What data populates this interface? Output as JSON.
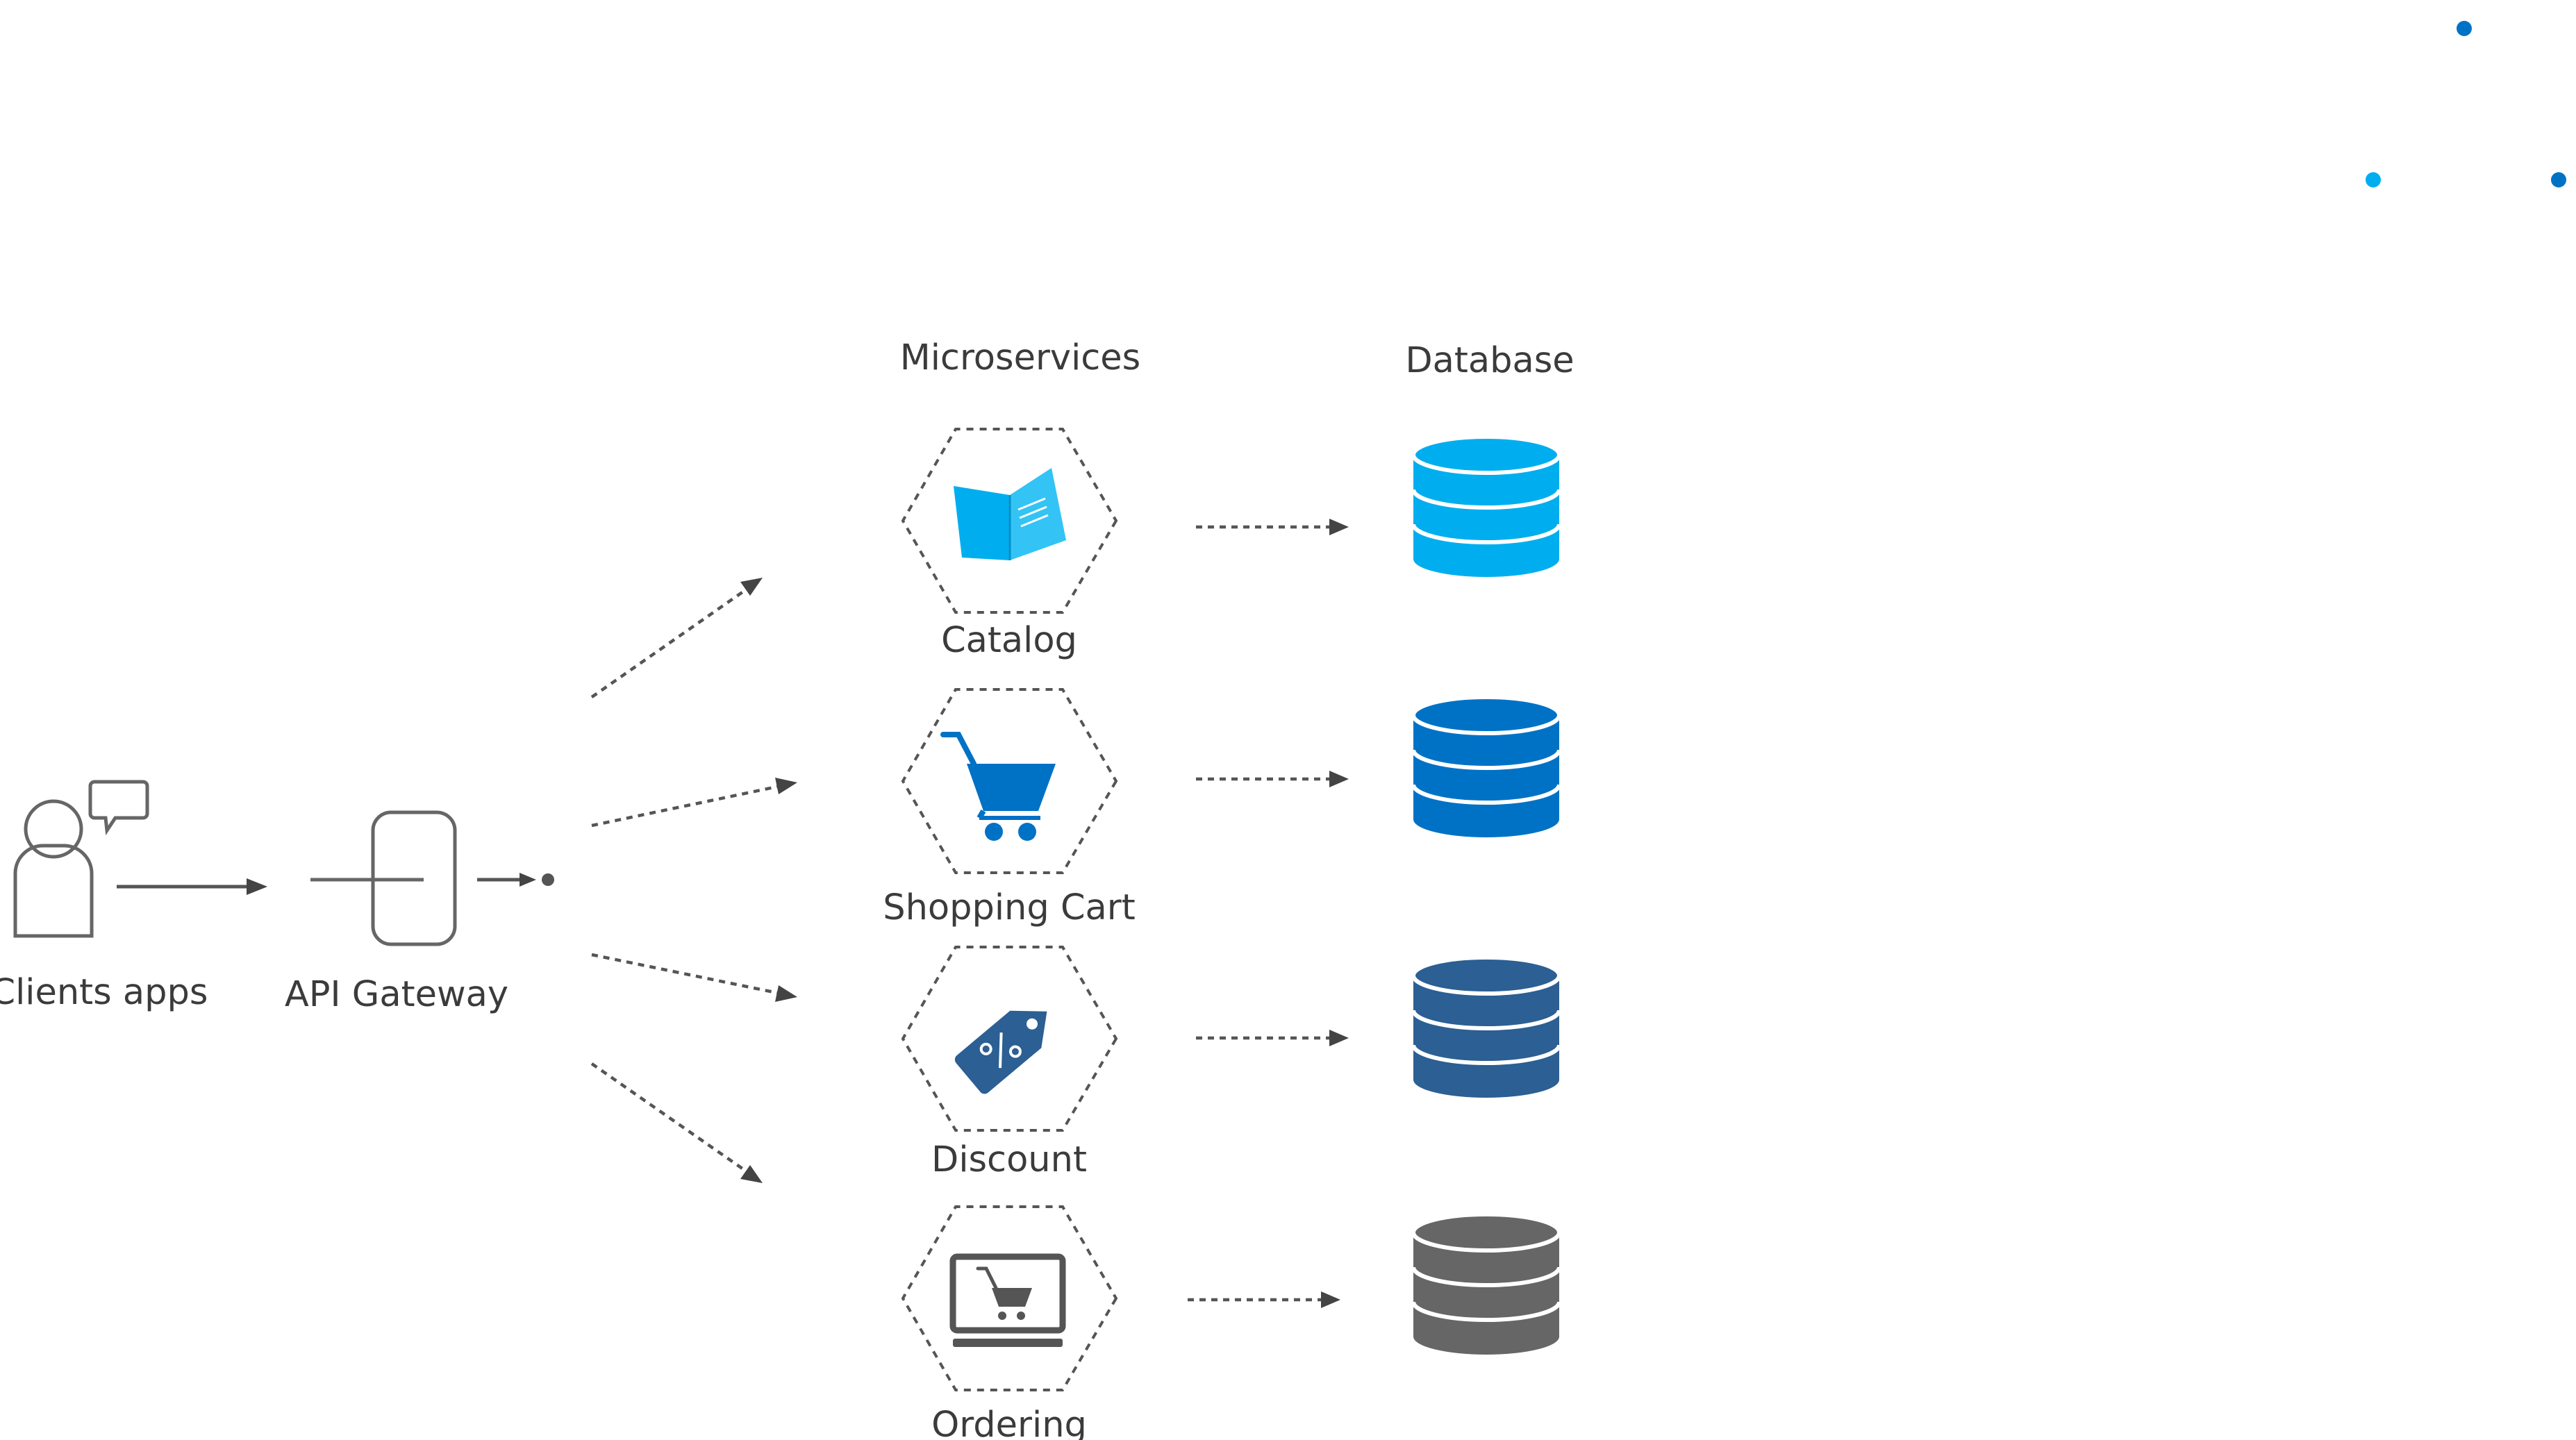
{
  "labels": {
    "clients": "Clients apps",
    "gateway": "API Gateway",
    "microservices": "Microservices",
    "database": "Database"
  },
  "services": [
    {
      "name": "Catalog",
      "icon": "catalog-book-icon",
      "db_color": "#00aeef"
    },
    {
      "name": "Shopping Cart",
      "icon": "shopping-cart-icon",
      "db_color": "#0072c6"
    },
    {
      "name": "Discount",
      "icon": "discount-tag-icon",
      "db_color": "#2c5f93"
    },
    {
      "name": "Ordering",
      "icon": "laptop-cart-icon",
      "db_color": "#666666"
    }
  ],
  "colors": {
    "catalog_icon": "#00aeef",
    "cart_icon": "#0072c6",
    "discount_icon": "#2c5f93",
    "ordering_icon": "#555555",
    "dot_dark_blue": "#0072c6",
    "dot_light_blue": "#00aeef"
  }
}
